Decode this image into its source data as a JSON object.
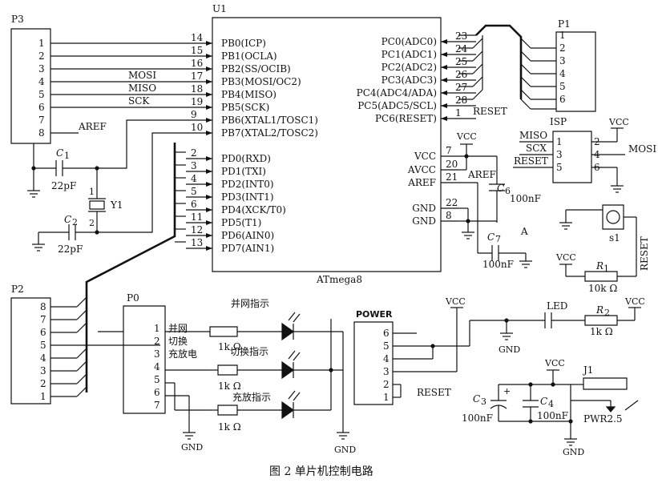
{
  "u1": {
    "ref": "U1",
    "part": "ATmega8",
    "left_pins": [
      {
        "num": "14",
        "name": "PB0(ICP)"
      },
      {
        "num": "15",
        "name": "PB1(OCLA)"
      },
      {
        "num": "16",
        "name": "PB2(SS/OCIB)"
      },
      {
        "num": "17",
        "name": "PB3(MOSI/OC2)"
      },
      {
        "num": "18",
        "name": "PB4(MISO)"
      },
      {
        "num": "19",
        "name": "PB5(SCK)"
      },
      {
        "num": "9",
        "name": "PB6(XTAL1/TOSC1)"
      },
      {
        "num": "10",
        "name": "PB7(XTAL2/TOSC2)"
      },
      {
        "num": "2",
        "name": "PD0(RXD)"
      },
      {
        "num": "3",
        "name": "PD1(TXI)"
      },
      {
        "num": "4",
        "name": "PD2(INT0)"
      },
      {
        "num": "5",
        "name": "PD3(INT1)"
      },
      {
        "num": "6",
        "name": "PD4(XCK/T0)"
      },
      {
        "num": "11",
        "name": "PD5(T1)"
      },
      {
        "num": "12",
        "name": "PD6(AIN0)"
      },
      {
        "num": "13",
        "name": "PD7(AIN1)"
      }
    ],
    "right_pins": [
      {
        "num": "23",
        "name": "PC0(ADC0)"
      },
      {
        "num": "24",
        "name": "PC1(ADC1)"
      },
      {
        "num": "25",
        "name": "PC2(ADC2)"
      },
      {
        "num": "26",
        "name": "PC3(ADC3)"
      },
      {
        "num": "27",
        "name": "PC4(ADC4/ADA)"
      },
      {
        "num": "28",
        "name": "PC5(ADC5/SCL)"
      },
      {
        "num": "1",
        "name": "PC6(RESET)"
      }
    ],
    "power_pins": [
      {
        "num": "7",
        "name": "VCC"
      },
      {
        "num": "20",
        "name": "AVCC"
      },
      {
        "num": "21",
        "name": "AREF"
      },
      {
        "num": "22",
        "name": "GND"
      },
      {
        "num": "8",
        "name": "GND"
      }
    ]
  },
  "p3": {
    "ref": "P3",
    "pins": [
      "1",
      "2",
      "3",
      "4",
      "5",
      "6",
      "7",
      "8"
    ]
  },
  "p1": {
    "ref": "P1",
    "pins": [
      "1",
      "2",
      "3",
      "4",
      "5",
      "6"
    ]
  },
  "p2": {
    "ref": "P2",
    "pins": [
      "8",
      "7",
      "6",
      "5",
      "4",
      "3",
      "2",
      "1"
    ]
  },
  "p0": {
    "ref": "P0",
    "pins": [
      "1",
      "2",
      "3",
      "4",
      "5",
      "6",
      "7"
    ],
    "labels": [
      "并网",
      "切换",
      "充放电"
    ]
  },
  "power": {
    "ref": "POWER",
    "pins": [
      "6",
      "5",
      "4",
      "3",
      "2",
      "1"
    ]
  },
  "isp": {
    "ref": "ISP",
    "left_pins": [
      "1",
      "3",
      "5"
    ],
    "right_pins": [
      "2",
      "4",
      "6"
    ],
    "left_labels": [
      "MISO",
      "SCX",
      "RESET"
    ],
    "right_labels": [
      "VCC",
      "MOSI"
    ]
  },
  "nets": {
    "mosi": "MOSI",
    "miso": "MISO",
    "sck": "SCK",
    "aref": "AREF",
    "reset": "RESET",
    "vcc": "VCC",
    "gnd": "GND",
    "a": "A"
  },
  "parts": {
    "c1_letter": "C",
    "c1_sub": "1",
    "c1_val": "22pF",
    "c2_letter": "C",
    "c2_sub": "2",
    "c2_val": "22pF",
    "y1": "Y1",
    "y1_p1": "1",
    "y1_p2": "2",
    "c6_letter": "C",
    "c6_sub": "6",
    "c6_val": "100nF",
    "c7_letter": "C",
    "c7_sub": "7",
    "c7_val": "100nF",
    "c3_letter": "C",
    "c3_sub": "3",
    "c3_val": "100nF",
    "c4_letter": "C",
    "c4_sub": "4",
    "c4_val": "100nF",
    "r1_letter": "R",
    "r1_sub": "1",
    "r1_val": "10k Ω",
    "r2_letter": "R",
    "r2_sub": "2",
    "r2_val": "1k Ω",
    "s1": "s1",
    "led": "LED",
    "j1": "J1",
    "j1_part": "PWR2.5",
    "led1": "并网指示",
    "led2": "切换指示",
    "led3": "充放指示",
    "r_led": "1k Ω"
  },
  "caption": "图 2   单片机控制电路"
}
